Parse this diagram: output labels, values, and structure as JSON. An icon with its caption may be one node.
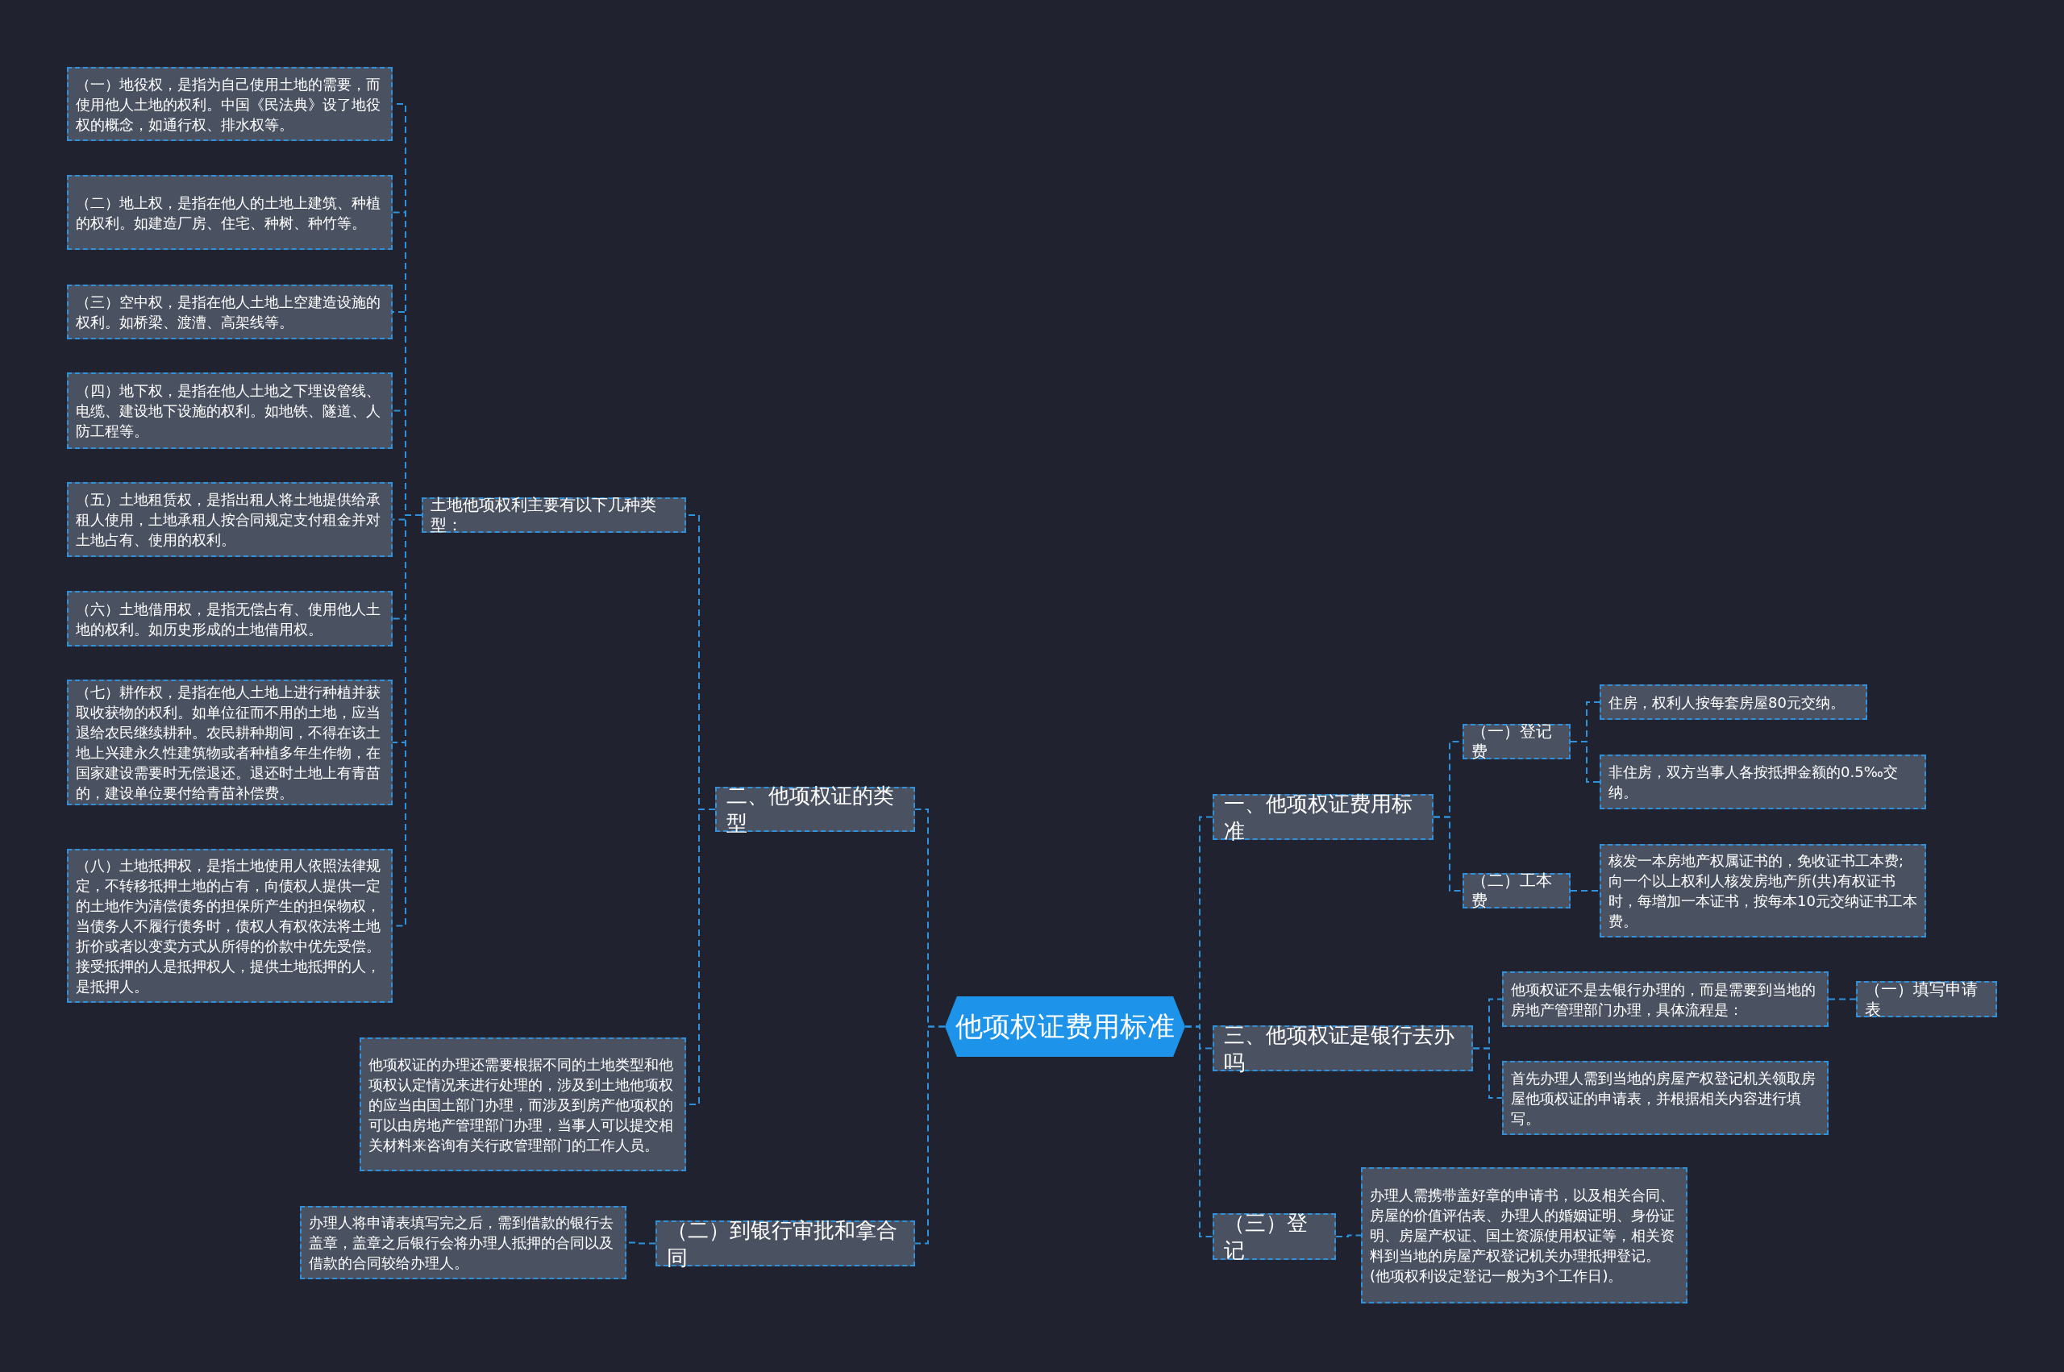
{
  "diagram": {
    "nodes": [
      {
        "text": [
          "他项权证费用标准"
        ]
      },
      {
        "text": [
          "二、他项权证的类型"
        ]
      },
      {
        "text": [
          "土地他项权利主要有以下几种类型："
        ]
      },
      {
        "text": [
          "（一）地役权，是指为自己使用土地的需要，而使用他人土地的权利。中国《民法典》设了地役权的概念，如通行权、排水权等。"
        ]
      },
      {
        "text": [
          "（二）地上权，是指在他人的土地上建筑、种植的权利。如建造厂房、住宅、种树、种竹等。"
        ]
      },
      {
        "text": [
          "（三）空中权，是指在他人土地上空建造设施的权利。如桥梁、渡漕、高架线等。"
        ]
      },
      {
        "text": [
          "（四）地下权，是指在他人土地之下埋设管线、电缆、建设地下设施的权利。如地铁、隧道、人防工程等。"
        ]
      },
      {
        "text": [
          "（五）土地租赁权，是指出租人将土地提供给承租人使用，土地承租人按合同规定支付租金并对土地占有、使用的权利。"
        ]
      },
      {
        "text": [
          "（六）土地借用权，是指无偿占有、使用他人土地的权利。如历史形成的土地借用权。"
        ]
      },
      {
        "text": [
          "（七）耕作权，是指在他人土地上进行种植并获取收获物的权利。如单位征而不用的土地，应当退给农民继续耕种。农民耕种期间，不得在该土地上兴建永久性建筑物或者种植多年生作物，在国家建设需要时无偿退还。退还时土地上有青苗的，建设单位要付给青苗补偿费。"
        ]
      },
      {
        "text": [
          "（八）土地抵押权，是指土地使用人依照法律规定，不转移抵押土地的占有，向债权人提供一定的土地作为清偿债务的担保所产生的担保物权，当债务人不履行债务时，债权人有权依法将土地折价或者以变卖方式从所得的价款中优先受偿。接受抵押的人是抵押权人，提供土地抵押的人，是抵押人。"
        ]
      },
      {
        "text": [
          "他项权证的办理还需要根据不同的土地类型和他项权认定情况来进行处理的，涉及到土地他项权的应当由国土部门办理，而涉及到房产他项权的可以由房地产管理部门办理，当事人可以提交相关材料来咨询有关行政管理部门的工作人员。"
        ]
      },
      {
        "text": [
          "（二）到银行审批和拿合同"
        ]
      },
      {
        "text": [
          "办理人将申请表填写完之后，需到借款的银行去盖章，盖章之后银行会将办理人抵押的合同以及借款的合同较给办理人。"
        ]
      },
      {
        "text": [
          "一、他项权证费用标准"
        ]
      },
      {
        "text": [
          "（一）登记费"
        ]
      },
      {
        "text": [
          "住房，权利人按每套房屋80元交纳。"
        ]
      },
      {
        "text": [
          "非住房，双方当事人各按抵押金额的0.5‰交纳。"
        ]
      },
      {
        "text": [
          "（二）工本费"
        ]
      },
      {
        "text": [
          "核发一本房地产权属证书的，免收证书工本费;向一个以上权利人核发房地产所(共)有权证书时，每增加一本证书，按每本10元交纳证书工本费。"
        ]
      },
      {
        "text": [
          "三、他项权证是银行去办吗"
        ]
      },
      {
        "text": [
          "他项权证不是去银行办理的，而是需要到当地的房地产管理部门办理，具体流程是："
        ]
      },
      {
        "text": [
          "（一）填写申请表"
        ]
      },
      {
        "text": [
          "首先办理人需到当地的房屋产权登记机关领取房屋他项权证的申请表，并根据相关内容进行填写。"
        ]
      },
      {
        "text": [
          "（三）登记"
        ]
      },
      {
        "text": [
          "办理人需携带盖好章的申请书，以及相关合同、房屋的价值评估表、办理人的婚姻证明、身份证明、房屋产权证、国土资源使用权证等，相关资料到当地的房屋产权登记机关办理抵押登记。(他项权利设定登记一般为3个工作日)。"
        ]
      }
    ],
    "edges": [
      {
        "from": 0,
        "to": 1,
        "arrow": "none"
      },
      {
        "from": 1,
        "to": 2,
        "arrow": "none"
      },
      {
        "from": 2,
        "to": 3,
        "arrow": "none"
      },
      {
        "from": 2,
        "to": 4,
        "arrow": "none"
      },
      {
        "from": 2,
        "to": 5,
        "arrow": "none"
      },
      {
        "from": 2,
        "to": 6,
        "arrow": "none"
      },
      {
        "from": 2,
        "to": 7,
        "arrow": "none"
      },
      {
        "from": 2,
        "to": 8,
        "arrow": "none"
      },
      {
        "from": 2,
        "to": 9,
        "arrow": "none"
      },
      {
        "from": 2,
        "to": 10,
        "arrow": "none"
      },
      {
        "from": 1,
        "to": 11,
        "arrow": "none"
      },
      {
        "from": 0,
        "to": 12,
        "arrow": "none"
      },
      {
        "from": 12,
        "to": 13,
        "arrow": "none"
      },
      {
        "from": 0,
        "to": 14,
        "arrow": "none"
      },
      {
        "from": 14,
        "to": 15,
        "arrow": "none"
      },
      {
        "from": 15,
        "to": 16,
        "arrow": "none"
      },
      {
        "from": 15,
        "to": 17,
        "arrow": "none"
      },
      {
        "from": 14,
        "to": 18,
        "arrow": "none"
      },
      {
        "from": 18,
        "to": 19,
        "arrow": "none"
      },
      {
        "from": 0,
        "to": 20,
        "arrow": "none"
      },
      {
        "from": 20,
        "to": 21,
        "arrow": "none"
      },
      {
        "from": 21,
        "to": 22,
        "arrow": "none"
      },
      {
        "from": 20,
        "to": 23,
        "arrow": "none"
      },
      {
        "from": 0,
        "to": 24,
        "arrow": "none"
      },
      {
        "from": 24,
        "to": 25,
        "arrow": "none"
      }
    ]
  }
}
